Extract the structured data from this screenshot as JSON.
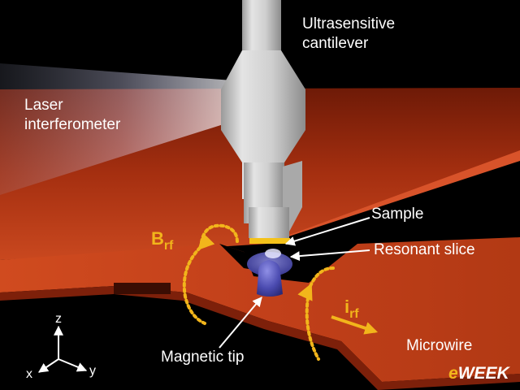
{
  "labels": {
    "cantilever": [
      "Ultrasensitive",
      "cantilever"
    ],
    "laser": [
      "Laser",
      "interferometer"
    ],
    "sample": "Sample",
    "resonant_slice": "Resonant slice",
    "magnetic_tip": "Magnetic tip",
    "microwire": "Microwire",
    "brf": {
      "base": "B",
      "sub": "rf"
    },
    "irf": {
      "base": "i",
      "sub": "rf"
    }
  },
  "axes": {
    "x": "x",
    "y": "y",
    "z": "z"
  },
  "watermark": {
    "e": "e",
    "rest": "WEEK"
  },
  "colors": {
    "background": "#000000",
    "microwire": "#c0411c",
    "cantilever": "#d2d2d2",
    "field_lines": "#f2b51b",
    "tip": "#4f4fb8",
    "sample": "#f4c21a"
  }
}
